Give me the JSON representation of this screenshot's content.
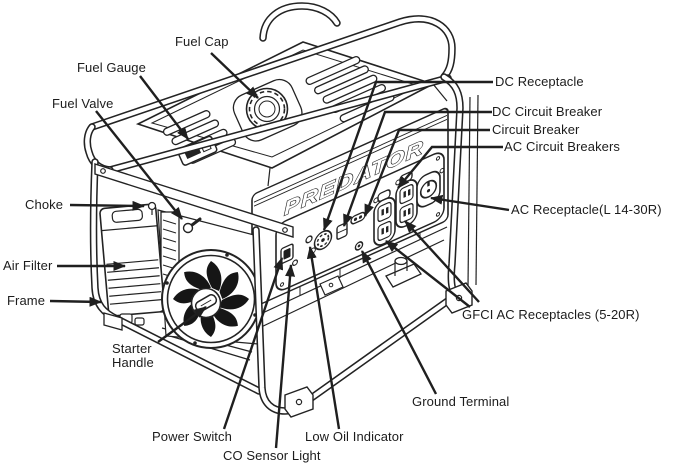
{
  "diagram": {
    "type": "labeled-parts-diagram",
    "subject": "portable-generator",
    "brand": "PREDATOR",
    "colors": {
      "line": "#1f1f1f",
      "background": "#ffffff"
    }
  },
  "labels": [
    {
      "id": "fuel-cap",
      "text": "Fuel Cap"
    },
    {
      "id": "fuel-gauge",
      "text": "Fuel Gauge"
    },
    {
      "id": "fuel-valve",
      "text": "Fuel Valve"
    },
    {
      "id": "choke",
      "text": "Choke"
    },
    {
      "id": "air-filter",
      "text": "Air Filter"
    },
    {
      "id": "frame",
      "text": "Frame"
    },
    {
      "id": "starter-handle",
      "text": "Starter\nHandle"
    },
    {
      "id": "power-switch",
      "text": "Power Switch"
    },
    {
      "id": "co-sensor-light",
      "text": "CO Sensor Light"
    },
    {
      "id": "low-oil-indicator",
      "text": "Low Oil Indicator"
    },
    {
      "id": "ground-terminal",
      "text": "Ground Terminal"
    },
    {
      "id": "gfci-ac-receptacles",
      "text": "GFCI AC Receptacles (5-20R)"
    },
    {
      "id": "ac-receptacle",
      "text": "AC Receptacle(L 14-30R)"
    },
    {
      "id": "ac-circuit-breakers",
      "text": "AC Circuit Breakers"
    },
    {
      "id": "circuit-breaker",
      "text": "Circuit Breaker"
    },
    {
      "id": "dc-circuit-breaker",
      "text": "DC Circuit Breaker"
    },
    {
      "id": "dc-receptacle",
      "text": "DC Receptacle"
    }
  ]
}
